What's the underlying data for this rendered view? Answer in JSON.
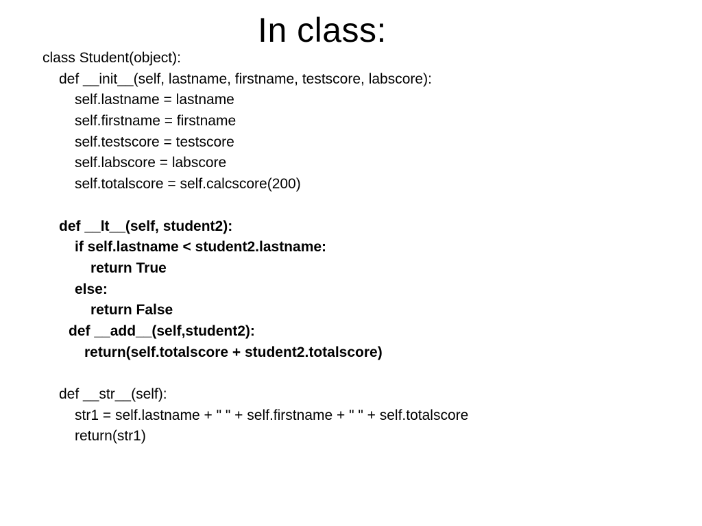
{
  "slide": {
    "title": "In class:",
    "code_lines": [
      "class Student(object):",
      "def __init__(self, lastname, firstname, testscore, labscore):",
      "self.lastname = lastname",
      "self.firstname = firstname",
      "self.testscore = testscore",
      "self.labscore = labscore",
      "self.totalscore = self.calcscore(200)",
      "",
      "def __lt__(self, student2):",
      "if self.lastname < student2.lastname:",
      "return True",
      "else:",
      "return False",
      "def __add__(self,student2):",
      "return(self.totalscore + student2.totalscore)",
      "",
      "def __str__(self):",
      "str1 = self.lastname + \" \" + self.firstname + \" \" + self.totalscore",
      "return(str1)"
    ]
  }
}
